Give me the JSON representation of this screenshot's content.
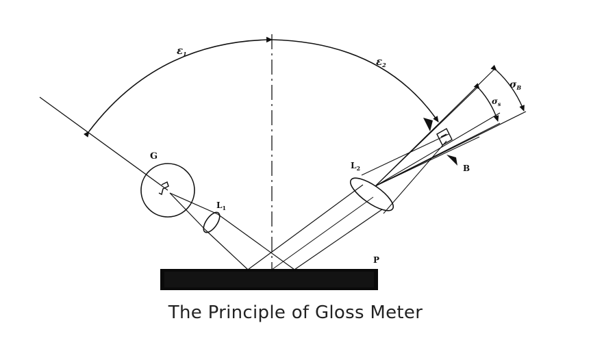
{
  "caption": "The Principle of Gloss Meter",
  "labels": {
    "epsilon1": {
      "symbol": "ε",
      "sub": "1"
    },
    "epsilon2": {
      "symbol": "ε",
      "sub": "2"
    },
    "sigma_b": {
      "symbol": "σ",
      "sub": "B"
    },
    "sigma_s": {
      "symbol": "σ",
      "sub": "s"
    },
    "lamp": "G",
    "lens1": {
      "symbol": "L",
      "sub": "1"
    },
    "lens2": {
      "symbol": "L",
      "sub": "2"
    },
    "receiver": "B",
    "sample": "P"
  },
  "colors": {
    "ink": "#111111",
    "sample_fill": "#0a0a0a",
    "background": "#ffffff"
  }
}
